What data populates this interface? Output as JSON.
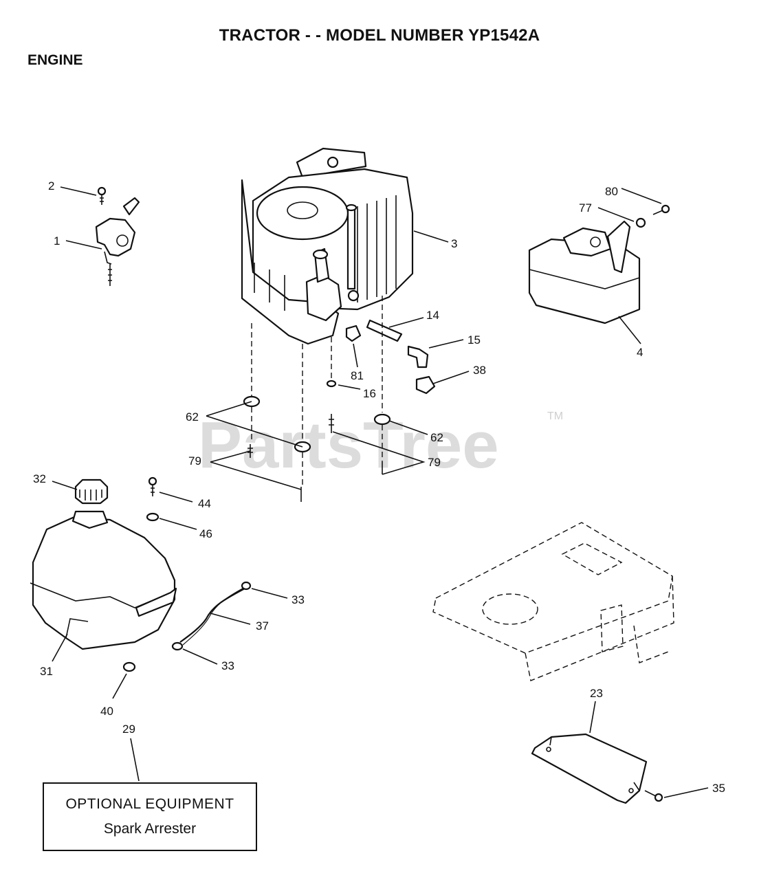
{
  "header": {
    "title": "TRACTOR - - MODEL NUMBER YP1542A",
    "section": "ENGINE"
  },
  "watermark": {
    "text": "PartsTree",
    "mark": "TM"
  },
  "callouts": {
    "c1": "1",
    "c2": "2",
    "c3": "3",
    "c4": "4",
    "c14": "14",
    "c15": "15",
    "c16": "16",
    "c23": "23",
    "c29": "29",
    "c31": "31",
    "c32": "32",
    "c33a": "33",
    "c33b": "33",
    "c35": "35",
    "c37": "37",
    "c38": "38",
    "c40": "40",
    "c44": "44",
    "c46": "46",
    "c62a": "62",
    "c62b": "62",
    "c77": "77",
    "c79a": "79",
    "c79b": "79",
    "c80": "80",
    "c81": "81"
  },
  "optional_box": {
    "heading": "OPTIONAL EQUIPMENT",
    "item": "Spark Arrester"
  }
}
